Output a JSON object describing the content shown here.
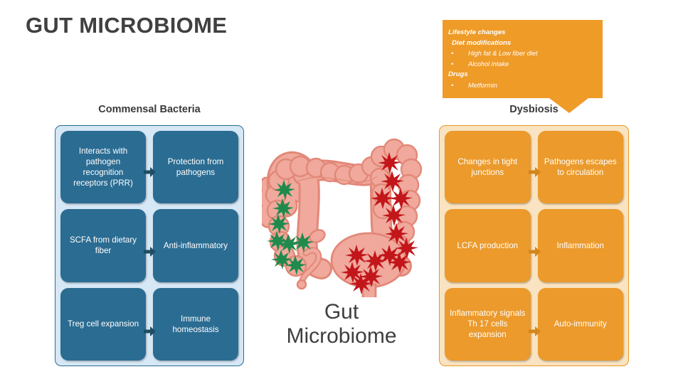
{
  "title": "GUT MICROBIOME",
  "colors": {
    "title_text": "#404040",
    "blue_panel_bg": "#d6e7f5",
    "blue_panel_border": "#2d6c93",
    "blue_box": "#2b6c92",
    "blue_arrow": "#1f4e66",
    "orange_panel_bg": "#fae3c0",
    "orange_panel_border": "#e89924",
    "orange_box": "#eb9a2b",
    "orange_arrow": "#d4861b",
    "callout_bg": "#ef9b28",
    "gut_fill": "#f0a99c",
    "gut_stroke": "#e28878",
    "bacteria_good": "#1f8a4c",
    "bacteria_bad": "#c2161b"
  },
  "left_panel": {
    "heading": "Commensal Bacteria",
    "cells": [
      "Interacts with pathogen recognition receptors (PRR)",
      "Protection from pathogens",
      "SCFA from dietary fiber",
      "Anti-inflammatory",
      "Treg cell expansion",
      "Immune homeostasis"
    ]
  },
  "right_panel": {
    "heading": "Dysbiosis",
    "cells": [
      "Changes in tight junctions",
      "Pathogens escapes to circulation",
      "LCFA production",
      "Inflammation",
      "Inflammatory signals Th 17 cells expansion",
      "Auto-immunity"
    ]
  },
  "callout": {
    "lines": [
      {
        "kind": "head",
        "text": "Lifestyle changes",
        "indent": false
      },
      {
        "kind": "head",
        "text": "Diet modifications",
        "indent": true
      },
      {
        "kind": "bullet",
        "text": "High fat & Low fiber diet",
        "dot": "•"
      },
      {
        "kind": "bullet",
        "text": "Alcohol intake",
        "dot": "•"
      },
      {
        "kind": "head",
        "text": "Drugs",
        "indent": false
      },
      {
        "kind": "bullet",
        "text": "Metformin",
        "dot": "•"
      }
    ]
  },
  "center": {
    "caption_line1": "Gut",
    "caption_line2": "Microbiome",
    "illustration": "large-intestine-colon"
  }
}
